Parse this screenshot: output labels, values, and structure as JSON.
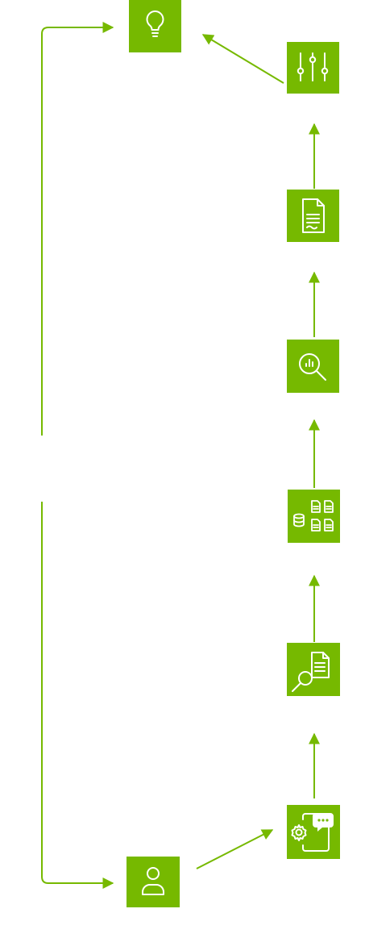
{
  "colors": {
    "accent": "#76b900",
    "icon": "#ffffff",
    "background": "#ffffff"
  },
  "nodes": [
    {
      "id": "insight",
      "icon": "lightbulb-icon"
    },
    {
      "id": "tuning",
      "icon": "sliders-icon"
    },
    {
      "id": "report",
      "icon": "document-icon"
    },
    {
      "id": "analysis",
      "icon": "analytics-search-icon"
    },
    {
      "id": "data",
      "icon": "database-documents-icon"
    },
    {
      "id": "retrieval",
      "icon": "document-search-icon"
    },
    {
      "id": "assistant",
      "icon": "settings-chat-icon"
    },
    {
      "id": "user",
      "icon": "user-icon"
    }
  ],
  "edges": [
    [
      "user",
      "assistant"
    ],
    [
      "assistant",
      "retrieval"
    ],
    [
      "retrieval",
      "data"
    ],
    [
      "data",
      "analysis"
    ],
    [
      "analysis",
      "report"
    ],
    [
      "report",
      "tuning"
    ],
    [
      "tuning",
      "insight"
    ],
    [
      "user",
      "insight"
    ]
  ]
}
